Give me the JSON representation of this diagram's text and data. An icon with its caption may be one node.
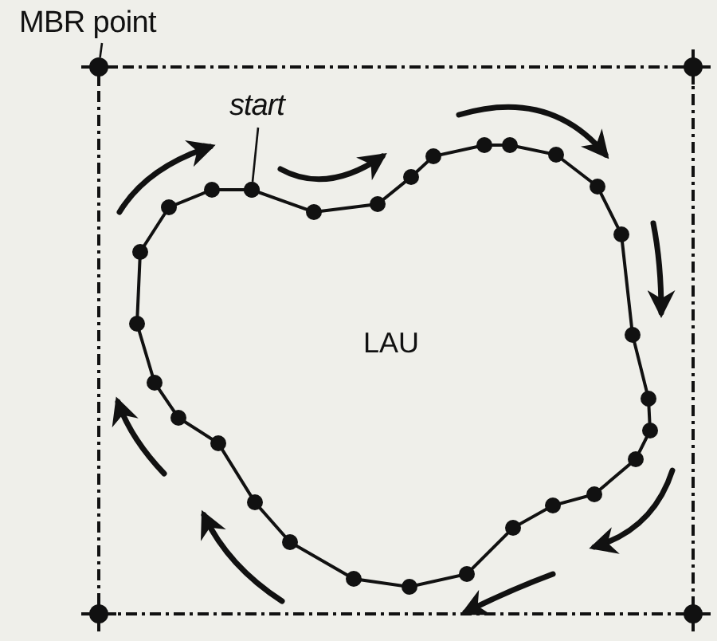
{
  "diagram": {
    "nodes": [
      {
        "text": [
          "MBR point"
        ]
      },
      {
        "text": [],
        "shape": "circle"
      },
      {
        "text": [
          "start"
        ]
      },
      {
        "text": [],
        "shape": "circle"
      },
      {
        "text": [
          "LAU"
        ]
      }
    ],
    "edges": [
      {
        "from": 0,
        "to": 1,
        "arrow": "none"
      },
      {
        "from": 2,
        "to": 3,
        "arrow": "none"
      }
    ]
  }
}
